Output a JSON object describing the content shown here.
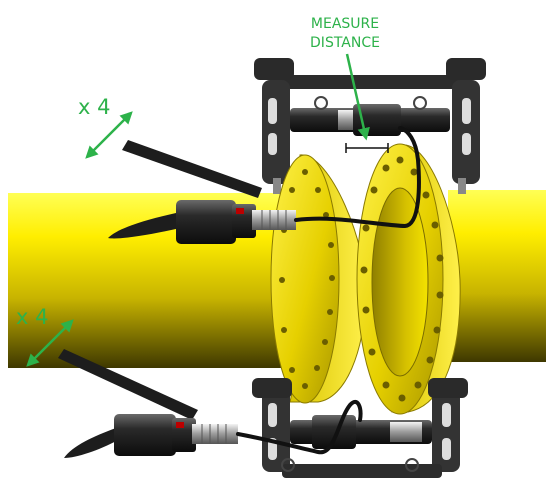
{
  "colors": {
    "annotation": "#2db24a",
    "pipe": "#ffee00",
    "pipe_shadow": "#4a4400",
    "flange": "#f2e000",
    "tool_dark": "#1a1a1a",
    "tool_frame": "#3a3a3a"
  },
  "annotations": {
    "measure_line1": "MEASURE",
    "measure_line2": "DISTANCE",
    "qty_top": "x 4",
    "qty_bottom": "x 4"
  }
}
